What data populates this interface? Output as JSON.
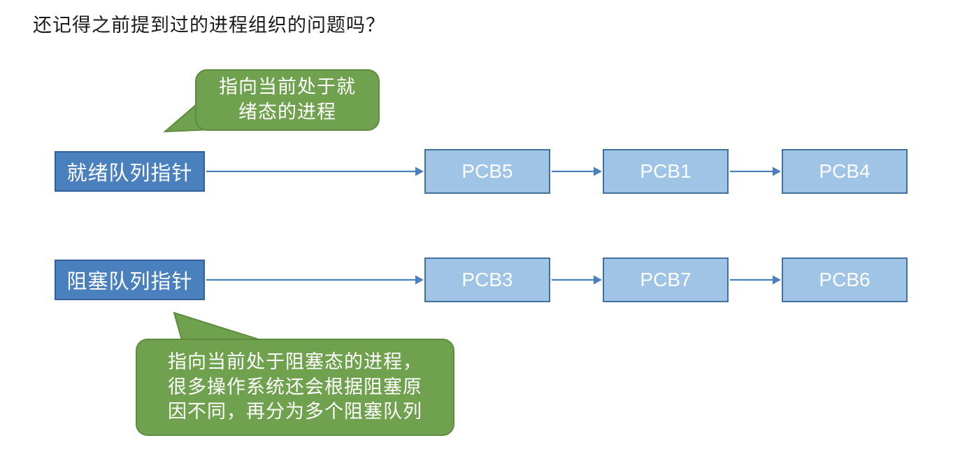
{
  "title": "还记得之前提到过的进程组织的问题吗？",
  "callouts": {
    "ready": {
      "lines": [
        "指向当前处于就",
        "绪态的进程"
      ]
    },
    "blocked": {
      "lines": [
        "指向当前处于阻塞态的进程，",
        "很多操作系统还会根据阻塞原",
        "因不同，再分为多个阻塞队列"
      ]
    }
  },
  "queues": [
    {
      "pointer_label": "就绪队列指针",
      "nodes": [
        "PCB5",
        "PCB1",
        "PCB4"
      ]
    },
    {
      "pointer_label": "阻塞队列指针",
      "nodes": [
        "PCB3",
        "PCB7",
        "PCB6"
      ]
    }
  ],
  "colors": {
    "pointer_box_fill": "#4a80be",
    "pointer_box_border": "#31609a",
    "pcb_box_fill": "#9fc4e6",
    "pcb_box_border": "#41719c",
    "arrow": "#4a80be",
    "callout_fill": "#6fa14e",
    "callout_border": "#5e8c3f",
    "text_on_fill": "#ffffff",
    "background": "#ffffff"
  }
}
